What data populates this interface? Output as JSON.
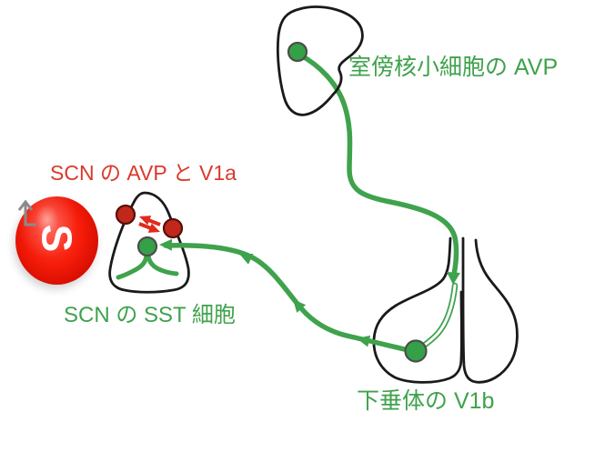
{
  "figure": {
    "labels": {
      "pvn_avp": "室傍核小細胞の AVP",
      "scn_avp_v1a": "SCN の AVP と V1a",
      "scn_sst": "SCN の SST 細胞",
      "pituitary_v1b": "下垂体の V1b",
      "sphere_letter": "S"
    },
    "icons": {
      "sphere_arrow": "turn-up-arrow"
    },
    "colors": {
      "outline": "#1A1A1A",
      "green": "#3FA24C",
      "green_dot": "#34A047",
      "green_dot_stroke": "#4D4D4D",
      "red_dot": "#C1281B",
      "red_dot_stroke": "#55100A",
      "red_arrow": "#E02A1A",
      "red_text": "#D93A2B",
      "sphere_red": "#EE1100",
      "gray_arrow": "#8A8A8A"
    }
  }
}
